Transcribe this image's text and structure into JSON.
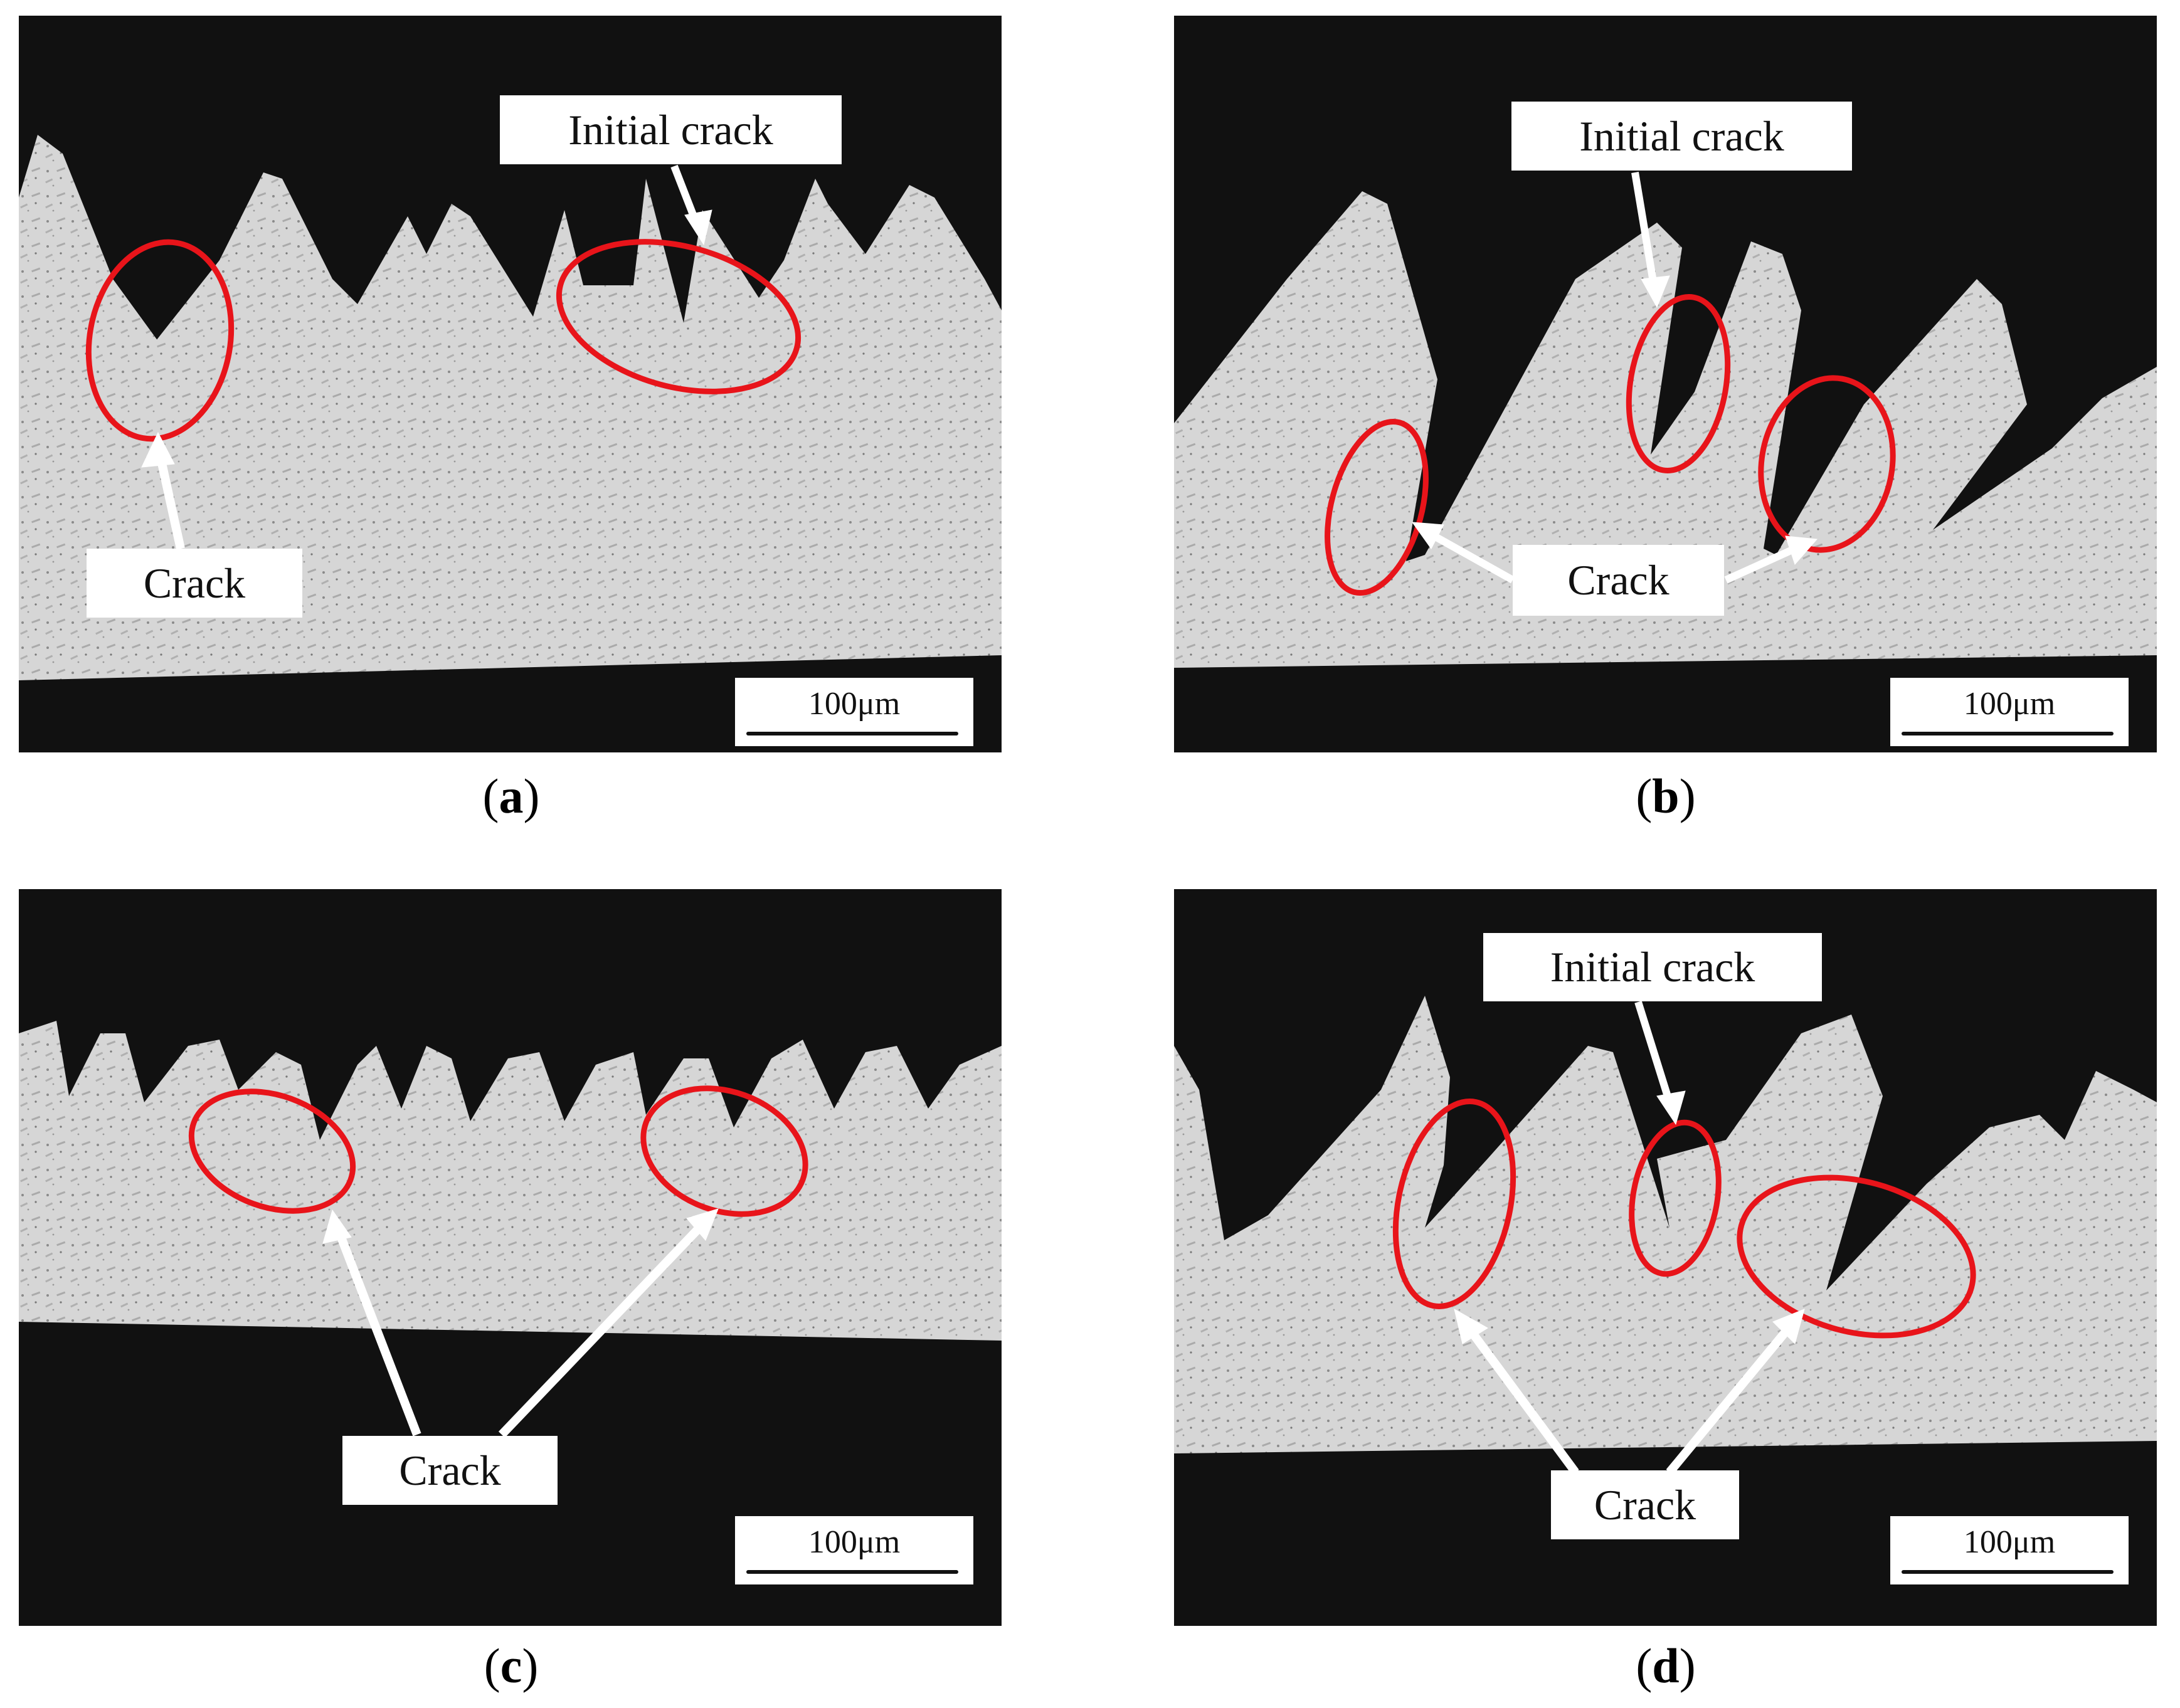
{
  "figure": {
    "panels": [
      {
        "id": "a",
        "caption_letter": "a",
        "labels": {
          "initial_crack": "Initial crack",
          "crack": "Crack"
        },
        "scale_bar": "100μm",
        "annotations": {
          "ellipses": 2,
          "arrows": 2
        }
      },
      {
        "id": "b",
        "caption_letter": "b",
        "labels": {
          "initial_crack": "Initial crack",
          "crack": "Crack"
        },
        "scale_bar": "100μm",
        "annotations": {
          "ellipses": 3,
          "arrows": 3
        }
      },
      {
        "id": "c",
        "caption_letter": "c",
        "labels": {
          "crack": "Crack"
        },
        "scale_bar": "100μm",
        "annotations": {
          "ellipses": 2,
          "arrows": 2
        }
      },
      {
        "id": "d",
        "caption_letter": "d",
        "labels": {
          "initial_crack": "Initial crack",
          "crack": "Crack"
        },
        "scale_bar": "100μm",
        "annotations": {
          "ellipses": 3,
          "arrows": 3
        }
      }
    ],
    "colors": {
      "background": "#111111",
      "material": "#d4d4d4",
      "ellipse": "#e8141a",
      "arrow": "#ffffff",
      "label_bg": "#ffffff"
    }
  }
}
